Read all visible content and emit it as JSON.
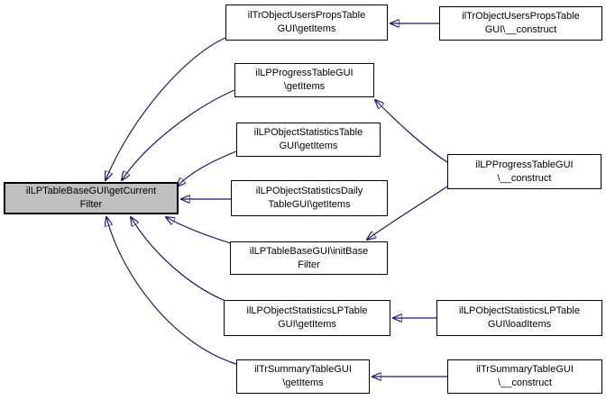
{
  "diagram": {
    "kind": "caller-graph",
    "colors": {
      "edge": "#191970",
      "focus_fill": "#bfbfbf",
      "node_fill": "#ffffff",
      "node_border": "#000000",
      "background": "#ffffff"
    },
    "nodes": {
      "focus": {
        "label": "ilLPTableBaseGUI\\getCurrent\nFilter"
      },
      "usersPropsGetItems": {
        "label": "ilTrObjectUsersPropsTable\nGUI\\getItems"
      },
      "progressGetItems": {
        "label": "ilLPProgressTableGUI\n\\getItems"
      },
      "objStatsGetItems": {
        "label": "ilLPObjectStatisticsTable\nGUI\\getItems"
      },
      "objStatsDailyGetItems": {
        "label": "ilLPObjectStatisticsDaily\nTableGUI\\getItems"
      },
      "initBaseFilter": {
        "label": "ilLPTableBaseGUI\\initBase\nFilter"
      },
      "objStatsLPGetItems": {
        "label": "ilLPObjectStatisticsLPTable\nGUI\\getItems"
      },
      "summaryGetItems": {
        "label": "ilTrSummaryTableGUI\n\\getItems"
      },
      "usersPropsConstruct": {
        "label": "ilTrObjectUsersPropsTable\nGUI\\__construct"
      },
      "progressConstruct": {
        "label": "ilLPProgressTableGUI\n\\__construct"
      },
      "objStatsLPLoadItems": {
        "label": "ilLPObjectStatisticsLPTable\nGUI\\loadItems"
      },
      "summaryConstruct": {
        "label": "ilTrSummaryTableGUI\n\\__construct"
      }
    },
    "edges": [
      {
        "from": "ilTrObjectUsersPropsTableGUI\\getItems",
        "to": "ilLPTableBaseGUI\\getCurrentFilter"
      },
      {
        "from": "ilLPProgressTableGUI\\getItems",
        "to": "ilLPTableBaseGUI\\getCurrentFilter"
      },
      {
        "from": "ilLPObjectStatisticsTableGUI\\getItems",
        "to": "ilLPTableBaseGUI\\getCurrentFilter"
      },
      {
        "from": "ilLPObjectStatisticsDailyTableGUI\\getItems",
        "to": "ilLPTableBaseGUI\\getCurrentFilter"
      },
      {
        "from": "ilLPTableBaseGUI\\initBaseFilter",
        "to": "ilLPTableBaseGUI\\getCurrentFilter"
      },
      {
        "from": "ilLPObjectStatisticsLPTableGUI\\getItems",
        "to": "ilLPTableBaseGUI\\getCurrentFilter"
      },
      {
        "from": "ilTrSummaryTableGUI\\getItems",
        "to": "ilLPTableBaseGUI\\getCurrentFilter"
      },
      {
        "from": "ilTrObjectUsersPropsTableGUI\\__construct",
        "to": "ilTrObjectUsersPropsTableGUI\\getItems"
      },
      {
        "from": "ilLPProgressTableGUI\\__construct",
        "to": "ilLPProgressTableGUI\\getItems"
      },
      {
        "from": "ilLPProgressTableGUI\\__construct",
        "to": "ilLPTableBaseGUI\\initBaseFilter"
      },
      {
        "from": "ilLPObjectStatisticsLPTableGUI\\loadItems",
        "to": "ilLPObjectStatisticsLPTableGUI\\getItems"
      },
      {
        "from": "ilTrSummaryTableGUI\\__construct",
        "to": "ilTrSummaryTableGUI\\getItems"
      }
    ]
  }
}
